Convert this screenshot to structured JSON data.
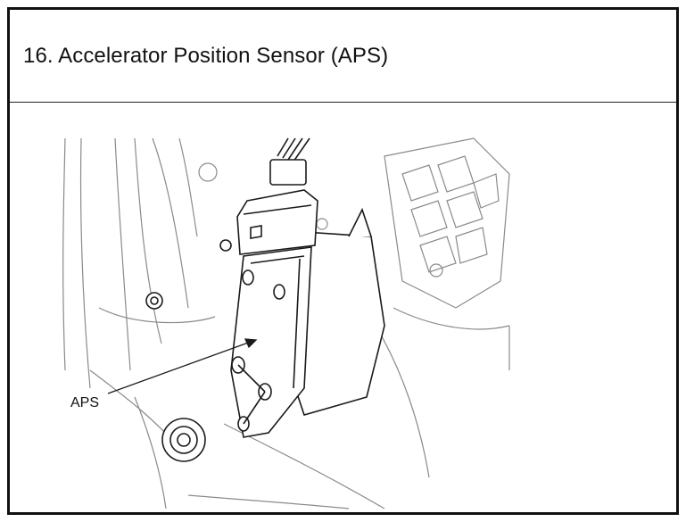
{
  "header": {
    "title": "16. Accelerator Position Sensor (APS)"
  },
  "diagram": {
    "callouts": [
      {
        "label": "APS",
        "target": "accelerator-position-sensor"
      }
    ],
    "colors": {
      "line": "#1a1a1a",
      "light_line": "#8a8a8a",
      "fill": "#ffffff"
    }
  }
}
